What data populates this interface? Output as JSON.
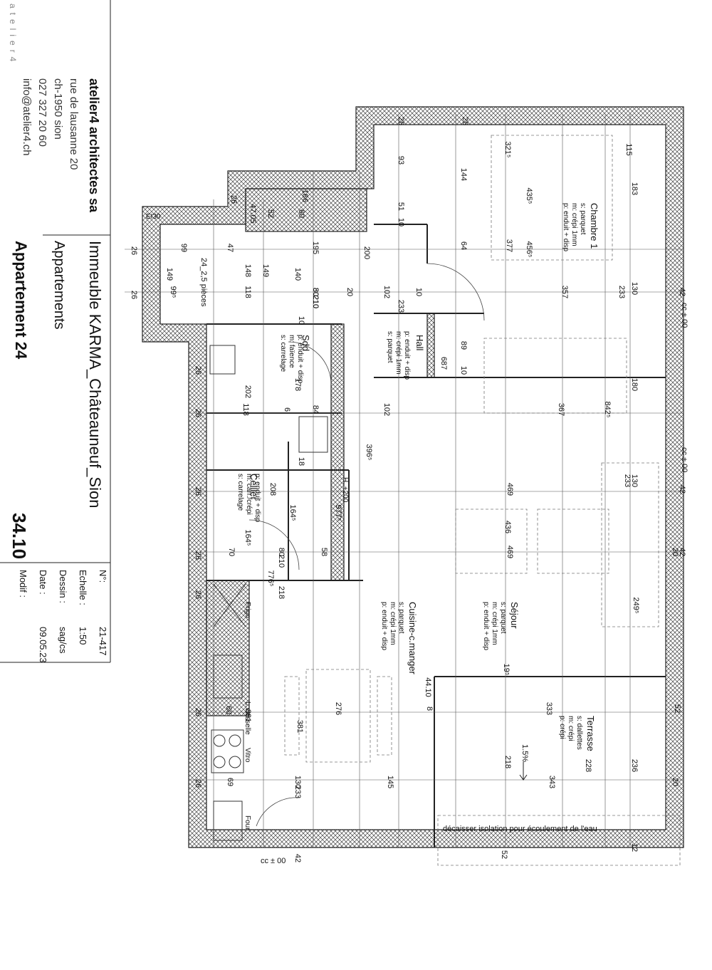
{
  "side_logo": "atelier4",
  "office": {
    "name": "atelier4 architectes sa",
    "address": [
      "rue de lausanne 20",
      "ch-1950 sion",
      "027 327 20 60",
      "info@atelier4.ch"
    ]
  },
  "project": {
    "title": "Immeuble KARMA_Châteauneuf_Sion",
    "type": "Appartements",
    "apartment": "Appartement 24",
    "code": "34.10"
  },
  "sheet_info": {
    "labels": [
      "N°:",
      "Echelle :",
      "Dessin :",
      "Date :",
      "Modif :"
    ],
    "values": [
      "21-417",
      "1:50",
      "sag/cs",
      "09.05.23",
      ""
    ]
  },
  "rooms": {
    "chambre": {
      "name": "Chambre 1",
      "specs": [
        "s: parquet",
        "m: crépi 1mm",
        "p: enduit + disp"
      ]
    },
    "hall": {
      "name": "Hall",
      "specs": [
        "s: parquet",
        "m: crépi 1mm",
        "p: enduit + disp"
      ]
    },
    "sdd": {
      "name": "Sdd",
      "specs": [
        "s: carrelage",
        "m: faïence",
        "p: enduit + disp"
      ]
    },
    "cellier": {
      "name": "Cellier",
      "specs": [
        "s: carrelage",
        "m: carr./crépi",
        "p: enduit + disp"
      ]
    },
    "sejour": {
      "name": "Séjour",
      "specs": [
        "s: parquet",
        "m: crépi 1mm",
        "p: enduit + disp"
      ]
    },
    "cuisine": {
      "name": "Cuisine-c.manger",
      "specs": [
        "s: parquet",
        "m: crépi 1mm",
        "p: enduit + disp"
      ]
    },
    "terrasse": {
      "name": "Terrasse",
      "specs": [
        "s: dallettes",
        "m: crépi",
        "p: crépi"
      ]
    },
    "pieces": "24_2,5 pièces"
  },
  "notes": {
    "drain": "décaisser isolation pour écoulement de l'eau",
    "slope": "1.5%",
    "cc1": "cc ± 00",
    "cc2": "cc ± 00",
    "cc3": "cc ± 00",
    "ei": "EI30",
    "hauteur": "H. +200",
    "frigo": "Frigo",
    "lavaisselle": "L.vaisselle",
    "vitro": "Vitro",
    "four": "Four"
  },
  "dimensions": {
    "top_row": [
      "26",
      "26",
      "26",
      "26",
      "26",
      "26",
      "26",
      "26",
      "26",
      "26",
      "26",
      "26"
    ],
    "chambre": [
      "321⁵",
      "115",
      "435⁵",
      "456⁵",
      "357",
      "144",
      "93",
      "183",
      "377",
      "64",
      "233",
      "130",
      "42"
    ],
    "hall": [
      "102",
      "102",
      "233",
      "80",
      "210",
      "20",
      "10",
      "89",
      "687",
      "10",
      "367",
      "842⁵",
      "180"
    ],
    "sdd": [
      "118",
      "80",
      "210",
      "140",
      "149",
      "148",
      "178",
      "202",
      "118",
      "84",
      "6",
      "10"
    ],
    "left": [
      "99",
      "47",
      "195",
      "149",
      "99⁵",
      "186",
      "60",
      "52",
      "47.05",
      "200",
      "51",
      "10"
    ],
    "cellier": [
      "208",
      "164⁵",
      "164⁵",
      "70",
      "80",
      "58",
      "210",
      "776⁵",
      "218",
      "977⁵",
      "396⁵",
      "18"
    ],
    "sejour": [
      "469",
      "469",
      "436",
      "233",
      "130",
      "42",
      "20",
      "249⁵",
      "19⁵"
    ],
    "cuisine": [
      "276",
      "60",
      "381",
      "381",
      "145",
      "130",
      "233",
      "69",
      "8",
      "44.10"
    ],
    "terrasse": [
      "333",
      "343",
      "228",
      "236",
      "218",
      "52",
      "20",
      "52",
      "12",
      "42",
      "42"
    ]
  }
}
